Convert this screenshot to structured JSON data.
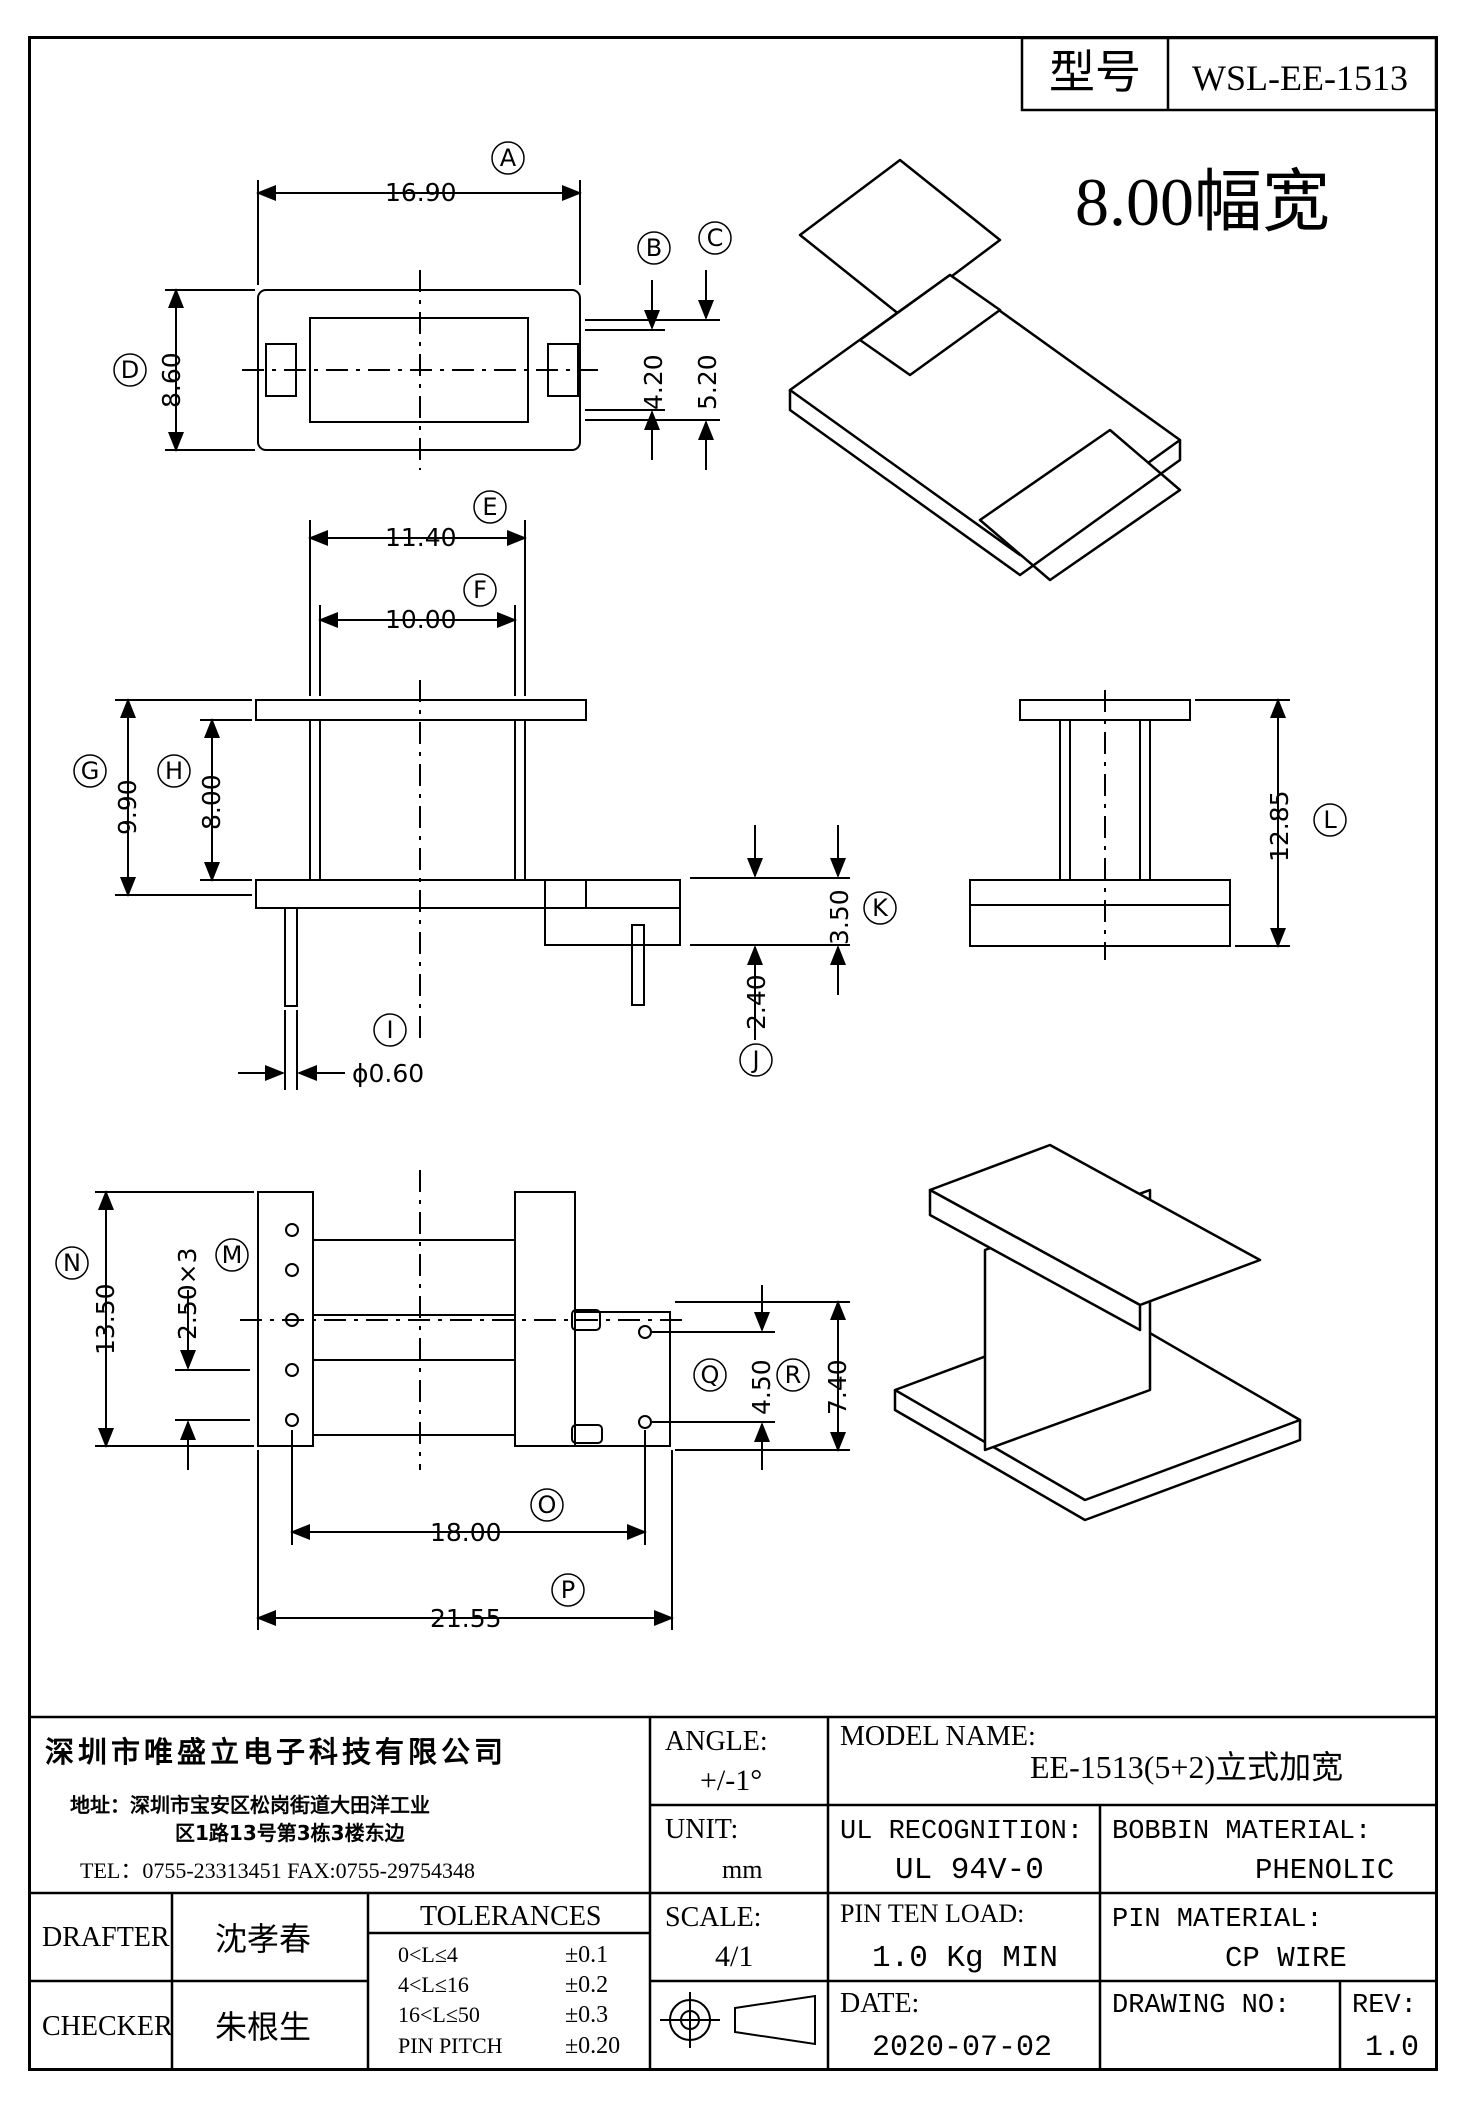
{
  "header": {
    "type_label": "型号",
    "type_value": "WSL-EE-1513",
    "width_note": "8.00幅宽"
  },
  "dimensions": {
    "A": "16.90",
    "B": "4.20",
    "C": "5.20",
    "D": "8.60",
    "E": "11.40",
    "F": "10.00",
    "G": "9.90",
    "H": "8.00",
    "I": "ϕ0.60",
    "J": "2.40",
    "K": "3.50",
    "L": "12.85",
    "M": "2.50×3",
    "N": "13.50",
    "O": "18.00",
    "P": "21.55",
    "Q": "4.50",
    "R": "7.40"
  },
  "title_block": {
    "company": "深圳市唯盛立电子科技有限公司",
    "address_line1": "地址：深圳市宝安区松岗街道大田洋工业",
    "address_line2": "区1路13号第3栋3楼东边",
    "tel_fax": "TEL：0755-23313451   FAX:0755-29754348",
    "angle_label": "ANGLE:",
    "angle_value": "+/-1°",
    "model_label": "MODEL NAME:",
    "model_value": "EE-1513(5+2)立式加宽",
    "unit_label": "UNIT:",
    "unit_value": "mm",
    "ul_label": "UL RECOGNITION:",
    "ul_value": "UL 94V-0",
    "bobbin_label": "BOBBIN MATERIAL:",
    "bobbin_value": "PHENOLIC",
    "scale_label": "SCALE:",
    "scale_value": "4/1",
    "pin_load_label": "PIN TEN LOAD:",
    "pin_load_value": "1.0 Kg MIN",
    "pin_material_label": "PIN MATERIAL:",
    "pin_material_value": "CP WIRE",
    "date_label": "DATE:",
    "date_value": "2020-07-02",
    "drawing_no_label": "DRAWING NO:",
    "drawing_no_value": "",
    "rev_label": "REV:",
    "rev_value": "1.0",
    "drafter_label": "DRAFTER",
    "drafter_value": "沈孝春",
    "checker_label": "CHECKER",
    "checker_value": "朱根生",
    "tolerances_label": "TOLERANCES",
    "tolerances": [
      {
        "range": "0<L≤4",
        "value": "±0.1"
      },
      {
        "range": "4<L≤16",
        "value": "±0.2"
      },
      {
        "range": "16<L≤50",
        "value": "±0.3"
      },
      {
        "range": "PIN PITCH",
        "value": "±0.20"
      }
    ]
  }
}
